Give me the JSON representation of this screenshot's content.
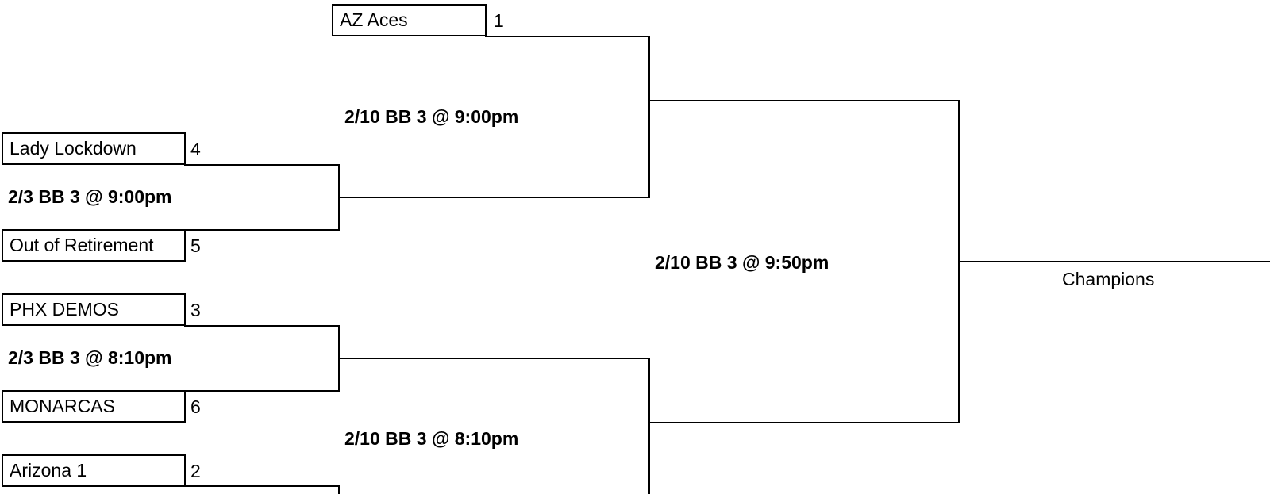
{
  "bracket": {
    "teams": {
      "az_aces": {
        "name": "AZ Aces",
        "seed": "1"
      },
      "lady_lockdown": {
        "name": "Lady Lockdown",
        "seed": "4"
      },
      "out_of_retirement": {
        "name": "Out of Retirement",
        "seed": "5"
      },
      "phx_demos": {
        "name": "PHX DEMOS",
        "seed": "3"
      },
      "monarcas": {
        "name": "MONARCAS",
        "seed": "6"
      },
      "arizona_1": {
        "name": "Arizona 1",
        "seed": "2"
      }
    },
    "games": {
      "qf_top": "2/3 BB 3 @ 9:00pm",
      "qf_bottom": "2/3 BB 3 @ 8:10pm",
      "sf_top": "2/10 BB 3 @ 9:00pm",
      "sf_bottom": "2/10 BB 3 @ 8:10pm",
      "final": "2/10 BB 3 @ 9:50pm"
    },
    "champions_label": "Champions"
  }
}
